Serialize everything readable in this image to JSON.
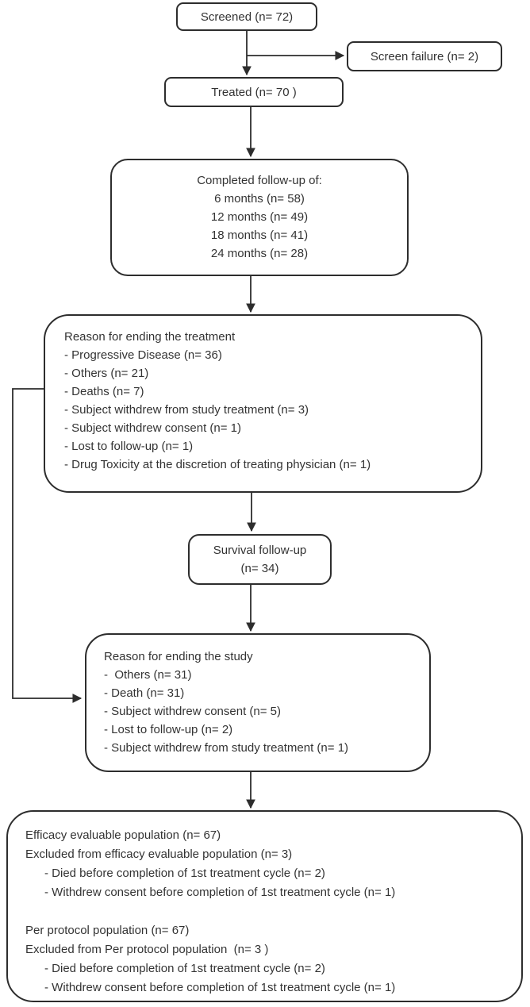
{
  "figure": {
    "line_color": "#2d2d2d",
    "text_color": "#333333",
    "background": "#ffffff"
  },
  "boxes": {
    "screened": {
      "label": "Screened (n= 72)"
    },
    "screen_failure": {
      "label": "Screen failure (n= 2)"
    },
    "treated": {
      "label": "Treated (n= 70 )"
    },
    "completed_followup": {
      "title": "Completed follow-up of:",
      "lines": [
        "6 months (n= 58)",
        "12 months (n= 49)",
        "18 months (n= 41)",
        "24 months (n= 28)"
      ]
    },
    "ending_treatment": {
      "title": "Reason for ending the treatment",
      "lines": [
        "- Progressive Disease (n= 36)",
        "- Others (n= 21)",
        "- Deaths (n= 7)",
        "- Subject withdrew from study treatment (n= 3)",
        "- Subject withdrew consent (n= 1)",
        "- Lost to follow-up (n= 1)",
        "- Drug Toxicity at the discretion of treating physician (n= 1)"
      ]
    },
    "survival_followup": {
      "lines": [
        "Survival follow-up",
        "(n= 34)"
      ]
    },
    "ending_study": {
      "title": "Reason for ending the study",
      "lines": [
        "-  Others (n= 31)",
        "- Death (n= 31)",
        "- Subject withdrew consent (n= 5)",
        "- Lost to follow-up (n= 2)",
        "- Subject withdrew from study treatment (n= 1)"
      ]
    },
    "populations": {
      "lines": [
        "Efficacy evaluable population (n= 67)",
        "Excluded from efficacy evaluable population (n= 3)",
        "- Died before completion of 1st treatment cycle (n= 2)",
        "- Withdrew consent before completion of 1st treatment cycle (n= 1)",
        "",
        "Per protocol population (n= 67)",
        "Excluded from Per protocol population  (n= 3 )",
        "- Died before completion of 1st treatment cycle (n= 2)",
        "- Withdrew consent before completion of 1st treatment cycle (n= 1)"
      ]
    }
  }
}
